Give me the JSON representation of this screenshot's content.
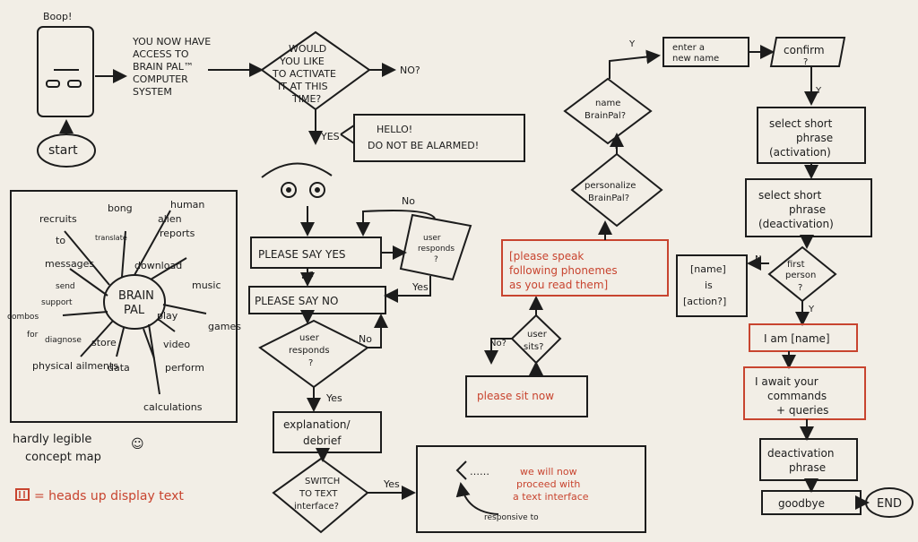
{
  "left": {
    "boop": "Boop!",
    "start": "start",
    "access_text": [
      "YOU NOW HAVE",
      "ACCESS TO",
      "BRAIN PAL™",
      "COMPUTER",
      "SYSTEM"
    ],
    "concept_center": [
      "BRAIN",
      "PAL"
    ],
    "concept_words": {
      "recruits": "recruits",
      "to": "to",
      "messages": "messages",
      "bong": "bong",
      "human": "human",
      "alien": "alien",
      "reports": "reports",
      "translate": "translate",
      "download": "download",
      "music": "music",
      "send": "send",
      "support": "support",
      "combos": "combos",
      "for": "for",
      "diagnose": "diagnose",
      "physical_ailments": "physical ailments",
      "store": "store",
      "data": "data",
      "play": "play",
      "video": "video",
      "games": "games",
      "perform": "perform",
      "calculations": "calculations"
    },
    "concept_caption": [
      "hardly legible",
      "concept map"
    ],
    "legend": "= heads up display text"
  },
  "middle": {
    "activate": [
      "WOULD",
      "YOU LIKE",
      "TO ACTIVATE",
      "IT AT THIS",
      "TIME?"
    ],
    "no_q": "NO?",
    "yes": "YES",
    "hello": [
      "HELLO!",
      "DO NOT BE ALARMED!"
    ],
    "please_yes": "PLEASE SAY YES",
    "please_no": "PLEASE SAY NO",
    "user_responds_top": [
      "user",
      "responds",
      "?"
    ],
    "user_responds_bottom": [
      "user",
      "responds",
      "?"
    ],
    "no": "No",
    "yes_lc": "Yes",
    "explanation": [
      "explanation/",
      "debrief"
    ],
    "switch": [
      "SWITCH",
      "TO TEXT",
      "interface?"
    ],
    "text_box": [
      "we will now",
      "proceed with",
      "a text interface"
    ],
    "responsive_to": "responsive to"
  },
  "right_mid": {
    "please_speak": [
      "[please speak",
      "following phonemes",
      "as you read them]"
    ],
    "user_sits": [
      "user",
      "sits?"
    ],
    "no_q": "No?",
    "please_sit": "please sit now",
    "personalize": [
      "personalize",
      "BrainPal?"
    ],
    "name_q": [
      "name",
      "BrainPal?"
    ],
    "enter_name": [
      "enter a",
      "new name"
    ],
    "y": "Y",
    "n": "N"
  },
  "right": {
    "confirm": [
      "confirm",
      "?"
    ],
    "select_act": [
      "select short",
      "phrase",
      "(activation)"
    ],
    "select_deact": [
      "select short",
      "phrase",
      "(deactivation)"
    ],
    "first_person": [
      "first",
      "person",
      "?"
    ],
    "name_is": [
      "[name]",
      "is",
      "[action?]"
    ],
    "i_am": "I am [name]",
    "await": [
      "I await your",
      "commands",
      "+ queries"
    ],
    "deactivation": [
      "deactivation",
      "phrase"
    ],
    "goodbye": "goodbye",
    "end": "END"
  },
  "colors": {
    "ink": "#1c1c1c",
    "red": "#c8442f",
    "paper": "#f2eee6"
  }
}
